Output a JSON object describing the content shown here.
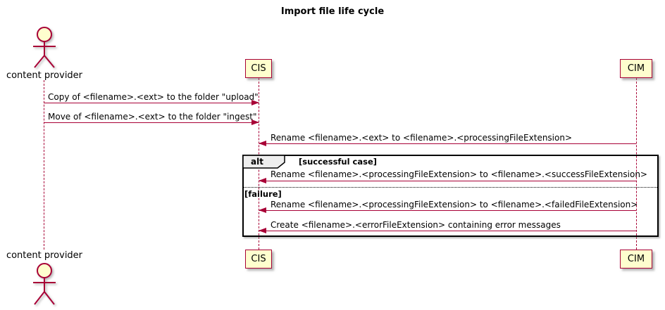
{
  "diagram": {
    "type": "sequence-diagram",
    "title": "Import file life cycle"
  },
  "actors": {
    "content_provider": "content provider"
  },
  "participants": {
    "cis": "CIS",
    "cim": "CIM"
  },
  "messages": [
    {
      "from": "content provider",
      "to": "CIS",
      "direction": "right",
      "text": "Copy of <filename>.<ext> to the folder \"upload\""
    },
    {
      "from": "content provider",
      "to": "CIS",
      "direction": "right",
      "text": "Move of <filename>.<ext> to the folder \"ingest\""
    },
    {
      "from": "CIM",
      "to": "CIS",
      "direction": "left",
      "text": "Rename <filename>.<ext> to <filename>.<processingFileExtension>"
    },
    {
      "from": "CIM",
      "to": "CIS",
      "direction": "left",
      "text": "Rename <filename>.<processingFileExtension> to <filename>.<successFileExtension>"
    },
    {
      "from": "CIM",
      "to": "CIS",
      "direction": "left",
      "text": "Rename <filename>.<processingFileExtension> to <filename>.<failedFileExtension>"
    },
    {
      "from": "CIM",
      "to": "CIS",
      "direction": "left",
      "text": "Create <filename>.<errorFileExtension> containing error messages"
    }
  ],
  "alt_block": {
    "operator": "alt",
    "branches": [
      {
        "guard": "[successful case]"
      },
      {
        "guard": "[failure]"
      }
    ]
  },
  "colors": {
    "accent": "#A80036",
    "participant_fill": "#FEFECE",
    "frame_border": "#000000",
    "operator_fill": "#EEEEEE",
    "background": "#FFFFFF"
  }
}
